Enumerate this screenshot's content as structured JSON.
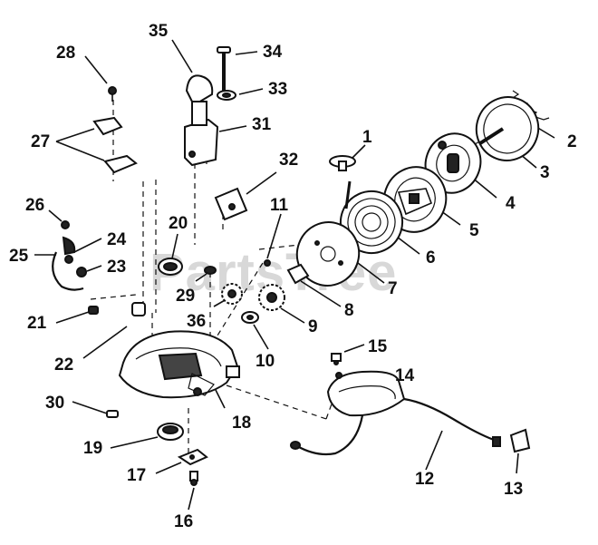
{
  "watermark": "PartsTree",
  "callouts": [
    {
      "id": "1",
      "text": "1"
    },
    {
      "id": "2",
      "text": "2"
    },
    {
      "id": "3",
      "text": "3"
    },
    {
      "id": "4",
      "text": "4"
    },
    {
      "id": "5",
      "text": "5"
    },
    {
      "id": "6",
      "text": "6"
    },
    {
      "id": "7",
      "text": "7"
    },
    {
      "id": "8",
      "text": "8"
    },
    {
      "id": "9",
      "text": "9"
    },
    {
      "id": "10",
      "text": "10"
    },
    {
      "id": "11",
      "text": "11"
    },
    {
      "id": "12",
      "text": "12"
    },
    {
      "id": "13",
      "text": "13"
    },
    {
      "id": "14",
      "text": "14"
    },
    {
      "id": "15",
      "text": "15"
    },
    {
      "id": "16",
      "text": "16"
    },
    {
      "id": "17",
      "text": "17"
    },
    {
      "id": "18",
      "text": "18"
    },
    {
      "id": "19",
      "text": "19"
    },
    {
      "id": "20",
      "text": "20"
    },
    {
      "id": "21",
      "text": "21"
    },
    {
      "id": "22",
      "text": "22"
    },
    {
      "id": "23",
      "text": "23"
    },
    {
      "id": "24",
      "text": "24"
    },
    {
      "id": "25",
      "text": "25"
    },
    {
      "id": "26",
      "text": "26"
    },
    {
      "id": "27",
      "text": "27"
    },
    {
      "id": "28",
      "text": "28"
    },
    {
      "id": "29",
      "text": "29"
    },
    {
      "id": "30",
      "text": "30"
    },
    {
      "id": "31",
      "text": "31"
    },
    {
      "id": "32",
      "text": "32"
    },
    {
      "id": "33",
      "text": "33"
    },
    {
      "id": "34",
      "text": "34"
    },
    {
      "id": "35",
      "text": "35"
    },
    {
      "id": "36",
      "text": "36"
    }
  ]
}
